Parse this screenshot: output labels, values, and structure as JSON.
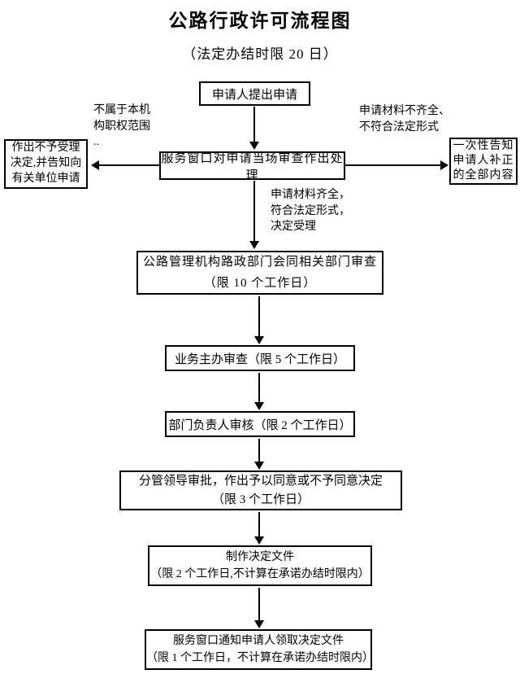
{
  "title": "公路行政许可流程图",
  "subtitle": "（法定办结时限 20 日）",
  "colors": {
    "line": "#000000",
    "background": "#ffffff"
  },
  "nodes": {
    "apply": "申请人提出申请",
    "window_review": "服务窗口对申请当场审查作出处理",
    "reject_notice": "作出不予受理\n决定,并告知向\n有关单位申请",
    "supplement_notice": "一次性告知\n申请人补正\n的全部内容",
    "joint_review": "公路管理机构路政部门会同相关部门审查\n（限 10 个工作日）",
    "business_review": "业务主办审查（限 5 个工作日）",
    "dept_head_review": "部门负责人审核（限 2 个工作日）",
    "leader_approval": "分管领导审批，作出予以同意或不予同意决定\n（限 3 个工作日）",
    "make_document": "制作决定文件\n（限 2 个工作日,不计算在承诺办结时限内）",
    "notify_pickup": "服务窗口通知申请人领取决定文件\n（限 1 个工作日，不计算在承诺办结时限内）"
  },
  "labels": {
    "outside_authority": "不属于本机\n构职权范围\n..",
    "incomplete_materials": "申请材料不齐全、\n不符合法定形式",
    "complete_materials": "申请材料齐全，\n符合法定形式，\n决定受理"
  }
}
